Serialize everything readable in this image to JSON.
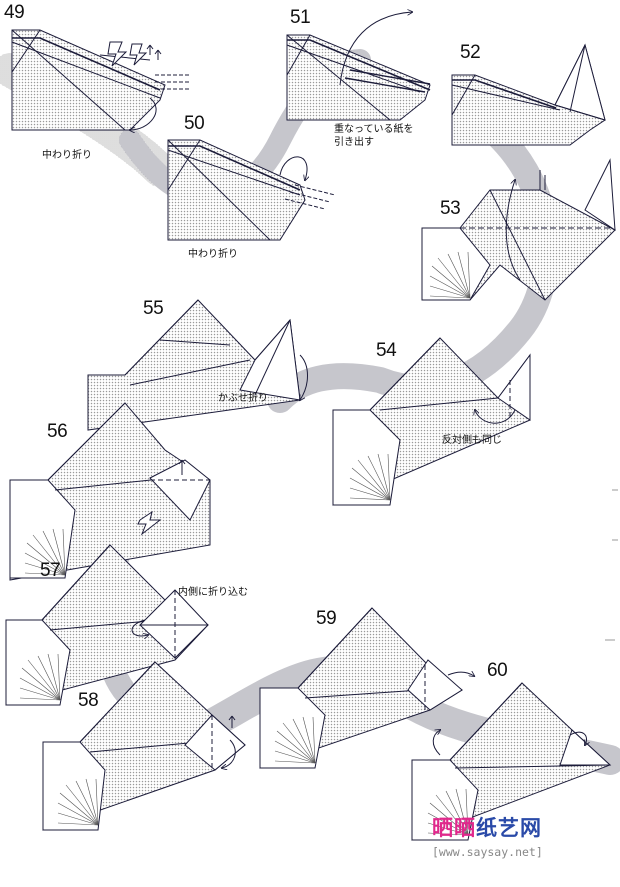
{
  "steps": {
    "s49": "49",
    "s50": "50",
    "s51": "51",
    "s52": "52",
    "s53": "53",
    "s54": "54",
    "s55": "55",
    "s56": "56",
    "s57": "57",
    "s58": "58",
    "s59": "59",
    "s60": "60"
  },
  "notes": {
    "inside_reverse_fold_1": "中わり折り",
    "inside_reverse_fold_2": "中わり折り",
    "pull_out_paper_line1": "重なっている紙を",
    "pull_out_paper_line2": "引き出す",
    "outside_reverse_fold": "かぶせ折り",
    "same_on_other_side": "反対側も同じ",
    "fold_inside": "内側に折り込む"
  },
  "watermark": {
    "site_name_part1": "晒晒",
    "site_name_part2": "纸艺网",
    "url": "[www.saysay.net]"
  },
  "colors": {
    "line": "#1c1c3a",
    "paper_shade": "#d9d9d9",
    "swirl": "#c8c8cc",
    "brand_pink": "#e0288c",
    "brand_blue": "#2a4aa8"
  }
}
